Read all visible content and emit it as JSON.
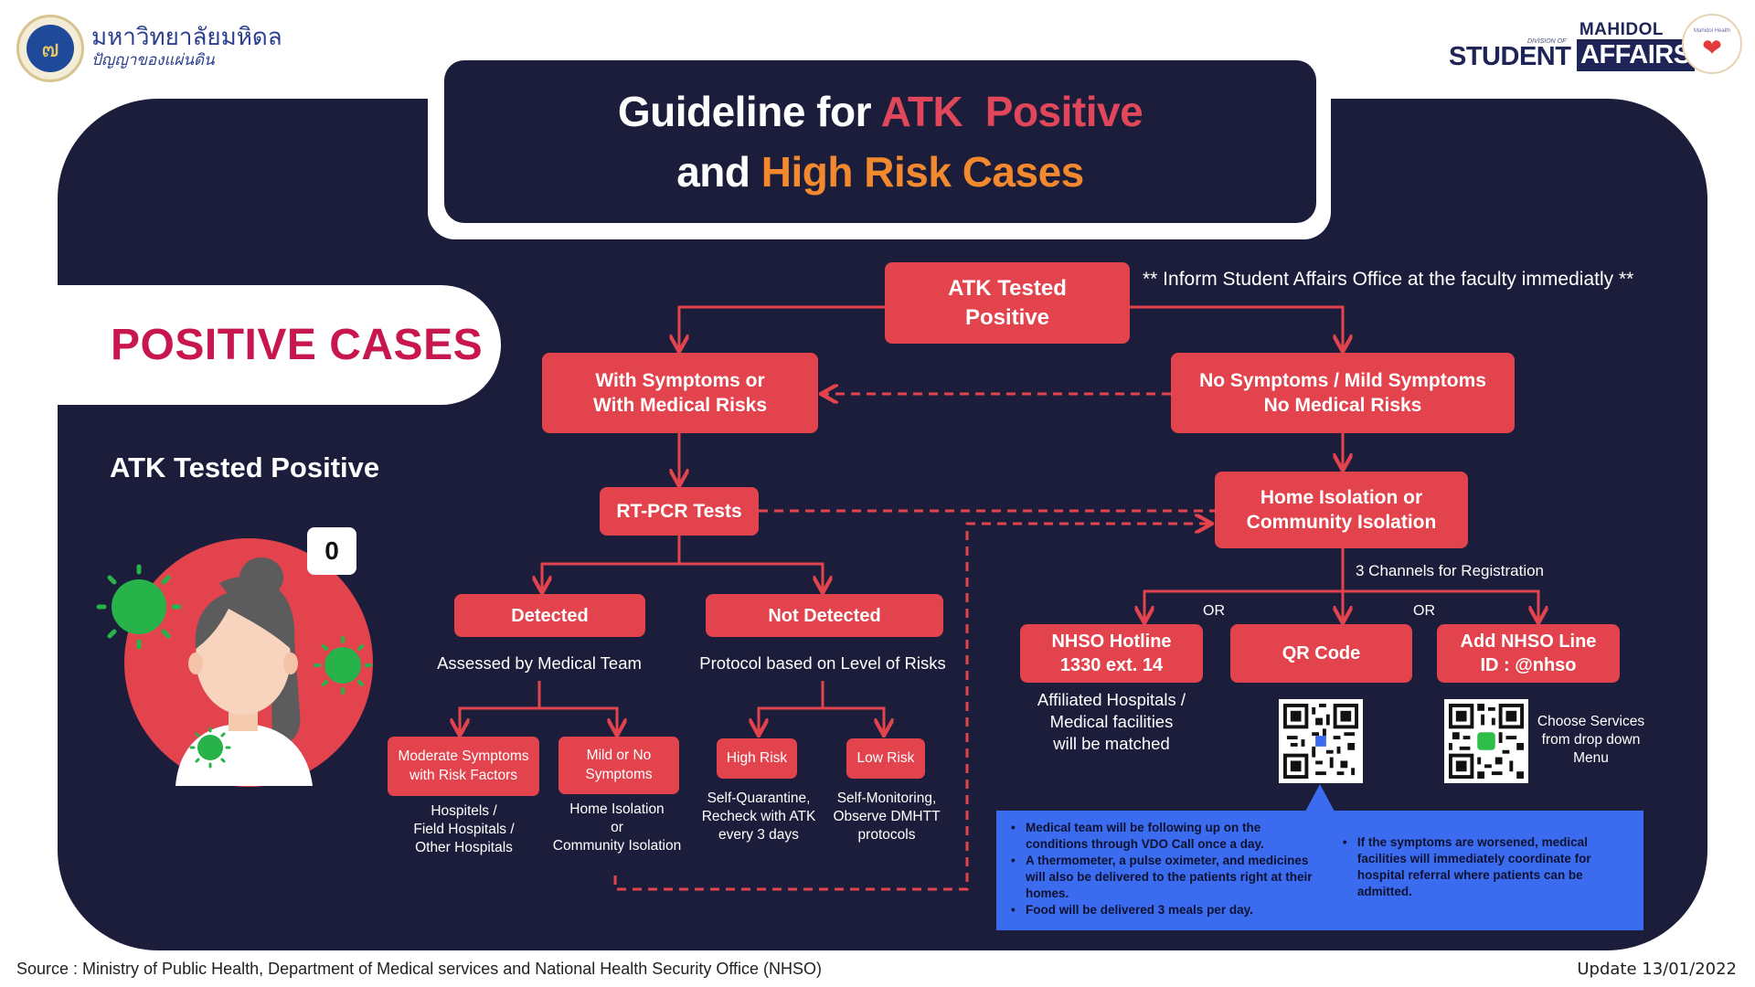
{
  "header": {
    "university_name": "มหาวิทยาลัยมหิดล",
    "university_motto": "ปัญญาของแผ่นดิน",
    "student_affairs_logo": {
      "top": "MAHIDOL",
      "division": "DIVISION OF",
      "left": "STUDENT",
      "right": "AFFAIRS"
    },
    "mahidol_health_logo": "Mahidol Health",
    "seal_glyph": "๗"
  },
  "title": {
    "line1_prefix": "Guideline for ",
    "line1_highlight": "ATK  Positive",
    "line2_prefix": "and ",
    "line2_highlight": "High Risk Cases"
  },
  "colors": {
    "panel_bg": "#1c1d3a",
    "node_red": "#e2434c",
    "highlight_red": "#e0475a",
    "highlight_orange": "#f2892e",
    "section_magenta": "#c8174e",
    "info_blue": "#3b6cf0",
    "virus_green": "#27b34a"
  },
  "section_label": "POSITIVE CASES",
  "left_subtitle": "ATK Tested Positive",
  "illustration": {
    "counter_value": "0",
    "subject": "woman-with-virus"
  },
  "note": "** Inform Student Affairs Office at the faculty immediatly **",
  "flow": {
    "start": "ATK Tested\nPositive",
    "with_symptoms": "With Symptoms or\nWith Medical Risks",
    "no_symptoms": "No Symptoms / Mild Symptoms\nNo Medical Risks",
    "rtpcr": "RT-PCR Tests",
    "home_isolation": "Home Isolation or\nCommunity Isolation",
    "detected": "Detected",
    "not_detected": "Not Detected",
    "detected_caption": "Assessed by Medical Team",
    "not_detected_caption": "Protocol based on Level of Risks",
    "moderate": "Moderate Symptoms\nwith Risk Factors",
    "moderate_caption": "Hospitels /\nField Hospitals /\nOther Hospitals",
    "mild": "Mild or No\nSymptoms",
    "mild_caption": "Home Isolation\nor\nCommunity Isolation",
    "high_risk": "High Risk",
    "high_risk_caption": "Self-Quarantine,\nRecheck with ATK\nevery 3 days",
    "low_risk": "Low Risk",
    "low_risk_caption": "Self-Monitoring,\nObserve DMHTT\nprotocols",
    "channels_label": "3 Channels for Registration",
    "or_label": "OR",
    "hotline": "NHSO Hotline\n1330 ext. 14",
    "hotline_caption": "Affiliated Hospitals /\nMedical facilities\nwill be matched",
    "qr_code": "QR Code",
    "line": "Add NHSO Line\nID : @nhso",
    "line_caption": "Choose Services\nfrom drop down\nMenu"
  },
  "info_box": {
    "left_items": [
      "Medical team will be following up on the conditions through VDO Call once a day.",
      "A thermometer, a pulse oximeter, and medicines will also be delivered to the patients right at their homes.",
      "Food will be delivered 3 meals per day."
    ],
    "right_items": [
      "If the symptoms are worsened, medical facilities will immediately coordinate for hospital referral where patients can be admitted."
    ]
  },
  "footer": {
    "source": "Source : Ministry of Public Health, Department of Medical services and National Health Security Office (NHSO)",
    "update": "Update 13/01/2022"
  }
}
